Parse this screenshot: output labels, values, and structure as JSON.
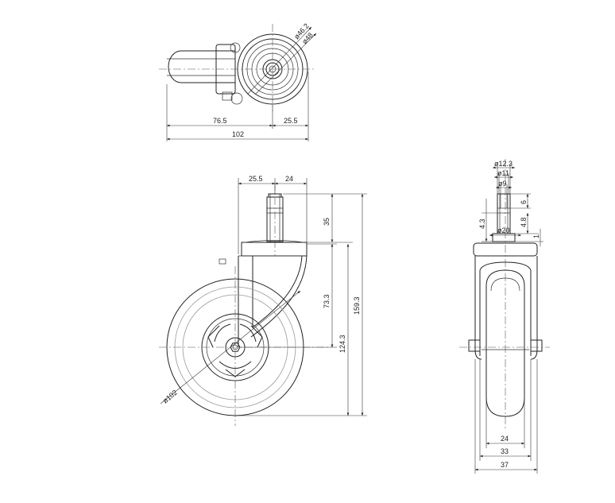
{
  "top_view": {
    "labels": {
      "dia_46_2": "ø46.2",
      "dia_48": "ø48",
      "len_76_5": "76.5",
      "len_25_5": "25.5",
      "len_102": "102"
    }
  },
  "side_view": {
    "labels": {
      "w_25_5": "25.5",
      "w_24": "24",
      "h_35": "35",
      "h_73_3": "73.3",
      "h_124_3": "124.3",
      "h_159_3": "159.3",
      "wheel_dia": "ø102"
    }
  },
  "front_view": {
    "labels": {
      "d_12_3": "ø12.3",
      "d_11": "ø11",
      "d_9": "ø9",
      "d_20": "ø20",
      "h_6": "6",
      "h_4_8": "4.8",
      "h_4_3": "4.3",
      "h_1": "1",
      "w_24": "24",
      "w_33": "33",
      "w_37": "37"
    }
  }
}
